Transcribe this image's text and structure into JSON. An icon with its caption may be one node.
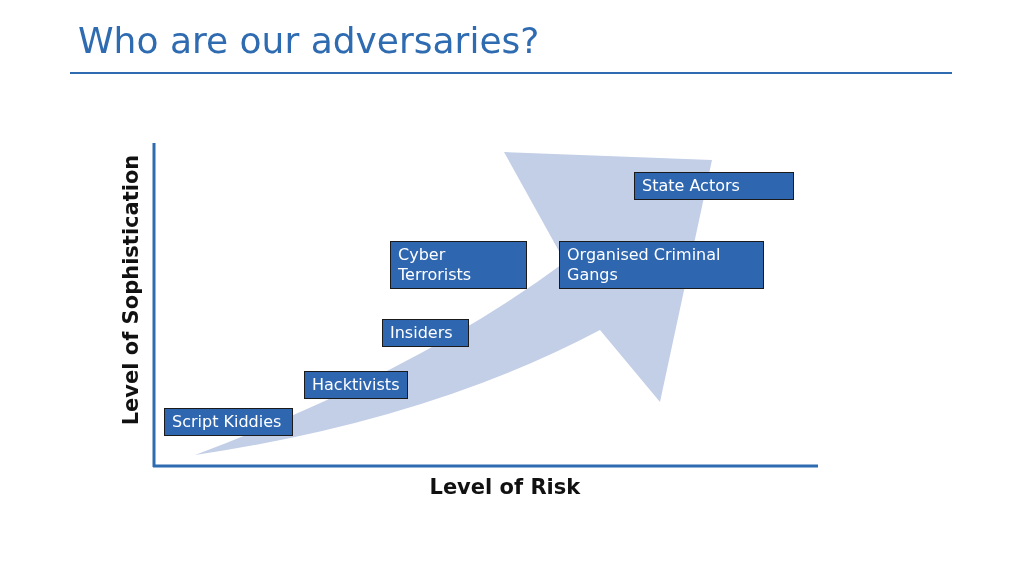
{
  "diagram": {
    "title": "Who are our adversaries?",
    "nodes": [
      {
        "text": [
          "State Actors"
        ]
      },
      {
        "text": [
          "Cyber Terrorists"
        ]
      },
      {
        "text": [
          "Organised Criminal Gangs"
        ]
      },
      {
        "text": [
          "Insiders"
        ]
      },
      {
        "text": [
          "Hacktivists"
        ]
      },
      {
        "text": [
          "Script Kiddies"
        ]
      }
    ],
    "labels": [
      "Level of Sophistication",
      "Level of Risk"
    ]
  }
}
